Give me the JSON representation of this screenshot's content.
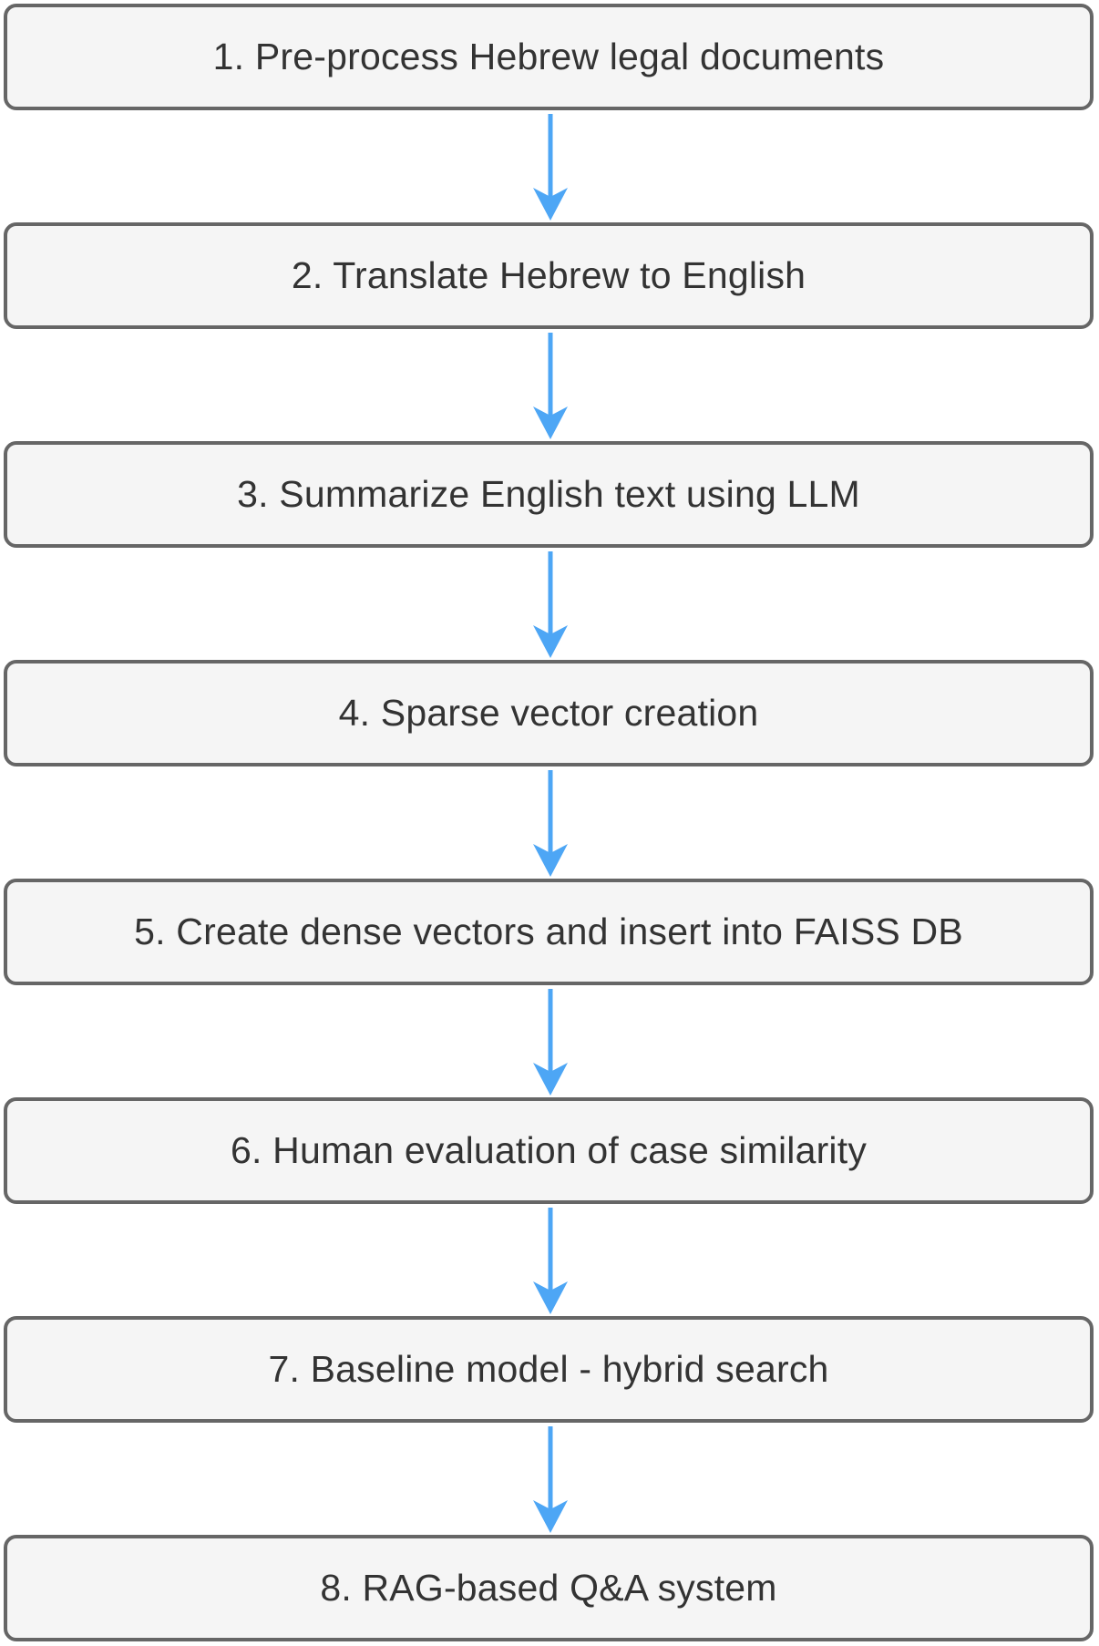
{
  "diagram": {
    "steps": [
      {
        "label": "1. Pre-process Hebrew legal documents"
      },
      {
        "label": "2. Translate Hebrew to English"
      },
      {
        "label": "3. Summarize English text using LLM"
      },
      {
        "label": "4. Sparse vector creation"
      },
      {
        "label": "5. Create dense vectors and insert into FAISS DB"
      },
      {
        "label": "6. Human evaluation of case similarity"
      },
      {
        "label": "7. Baseline model - hybrid search"
      },
      {
        "label": "8. RAG-based Q&A system"
      }
    ],
    "colors": {
      "box_fill": "#f5f5f5",
      "box_border": "#666666",
      "text": "#333333",
      "arrow": "#4da6f5"
    }
  }
}
